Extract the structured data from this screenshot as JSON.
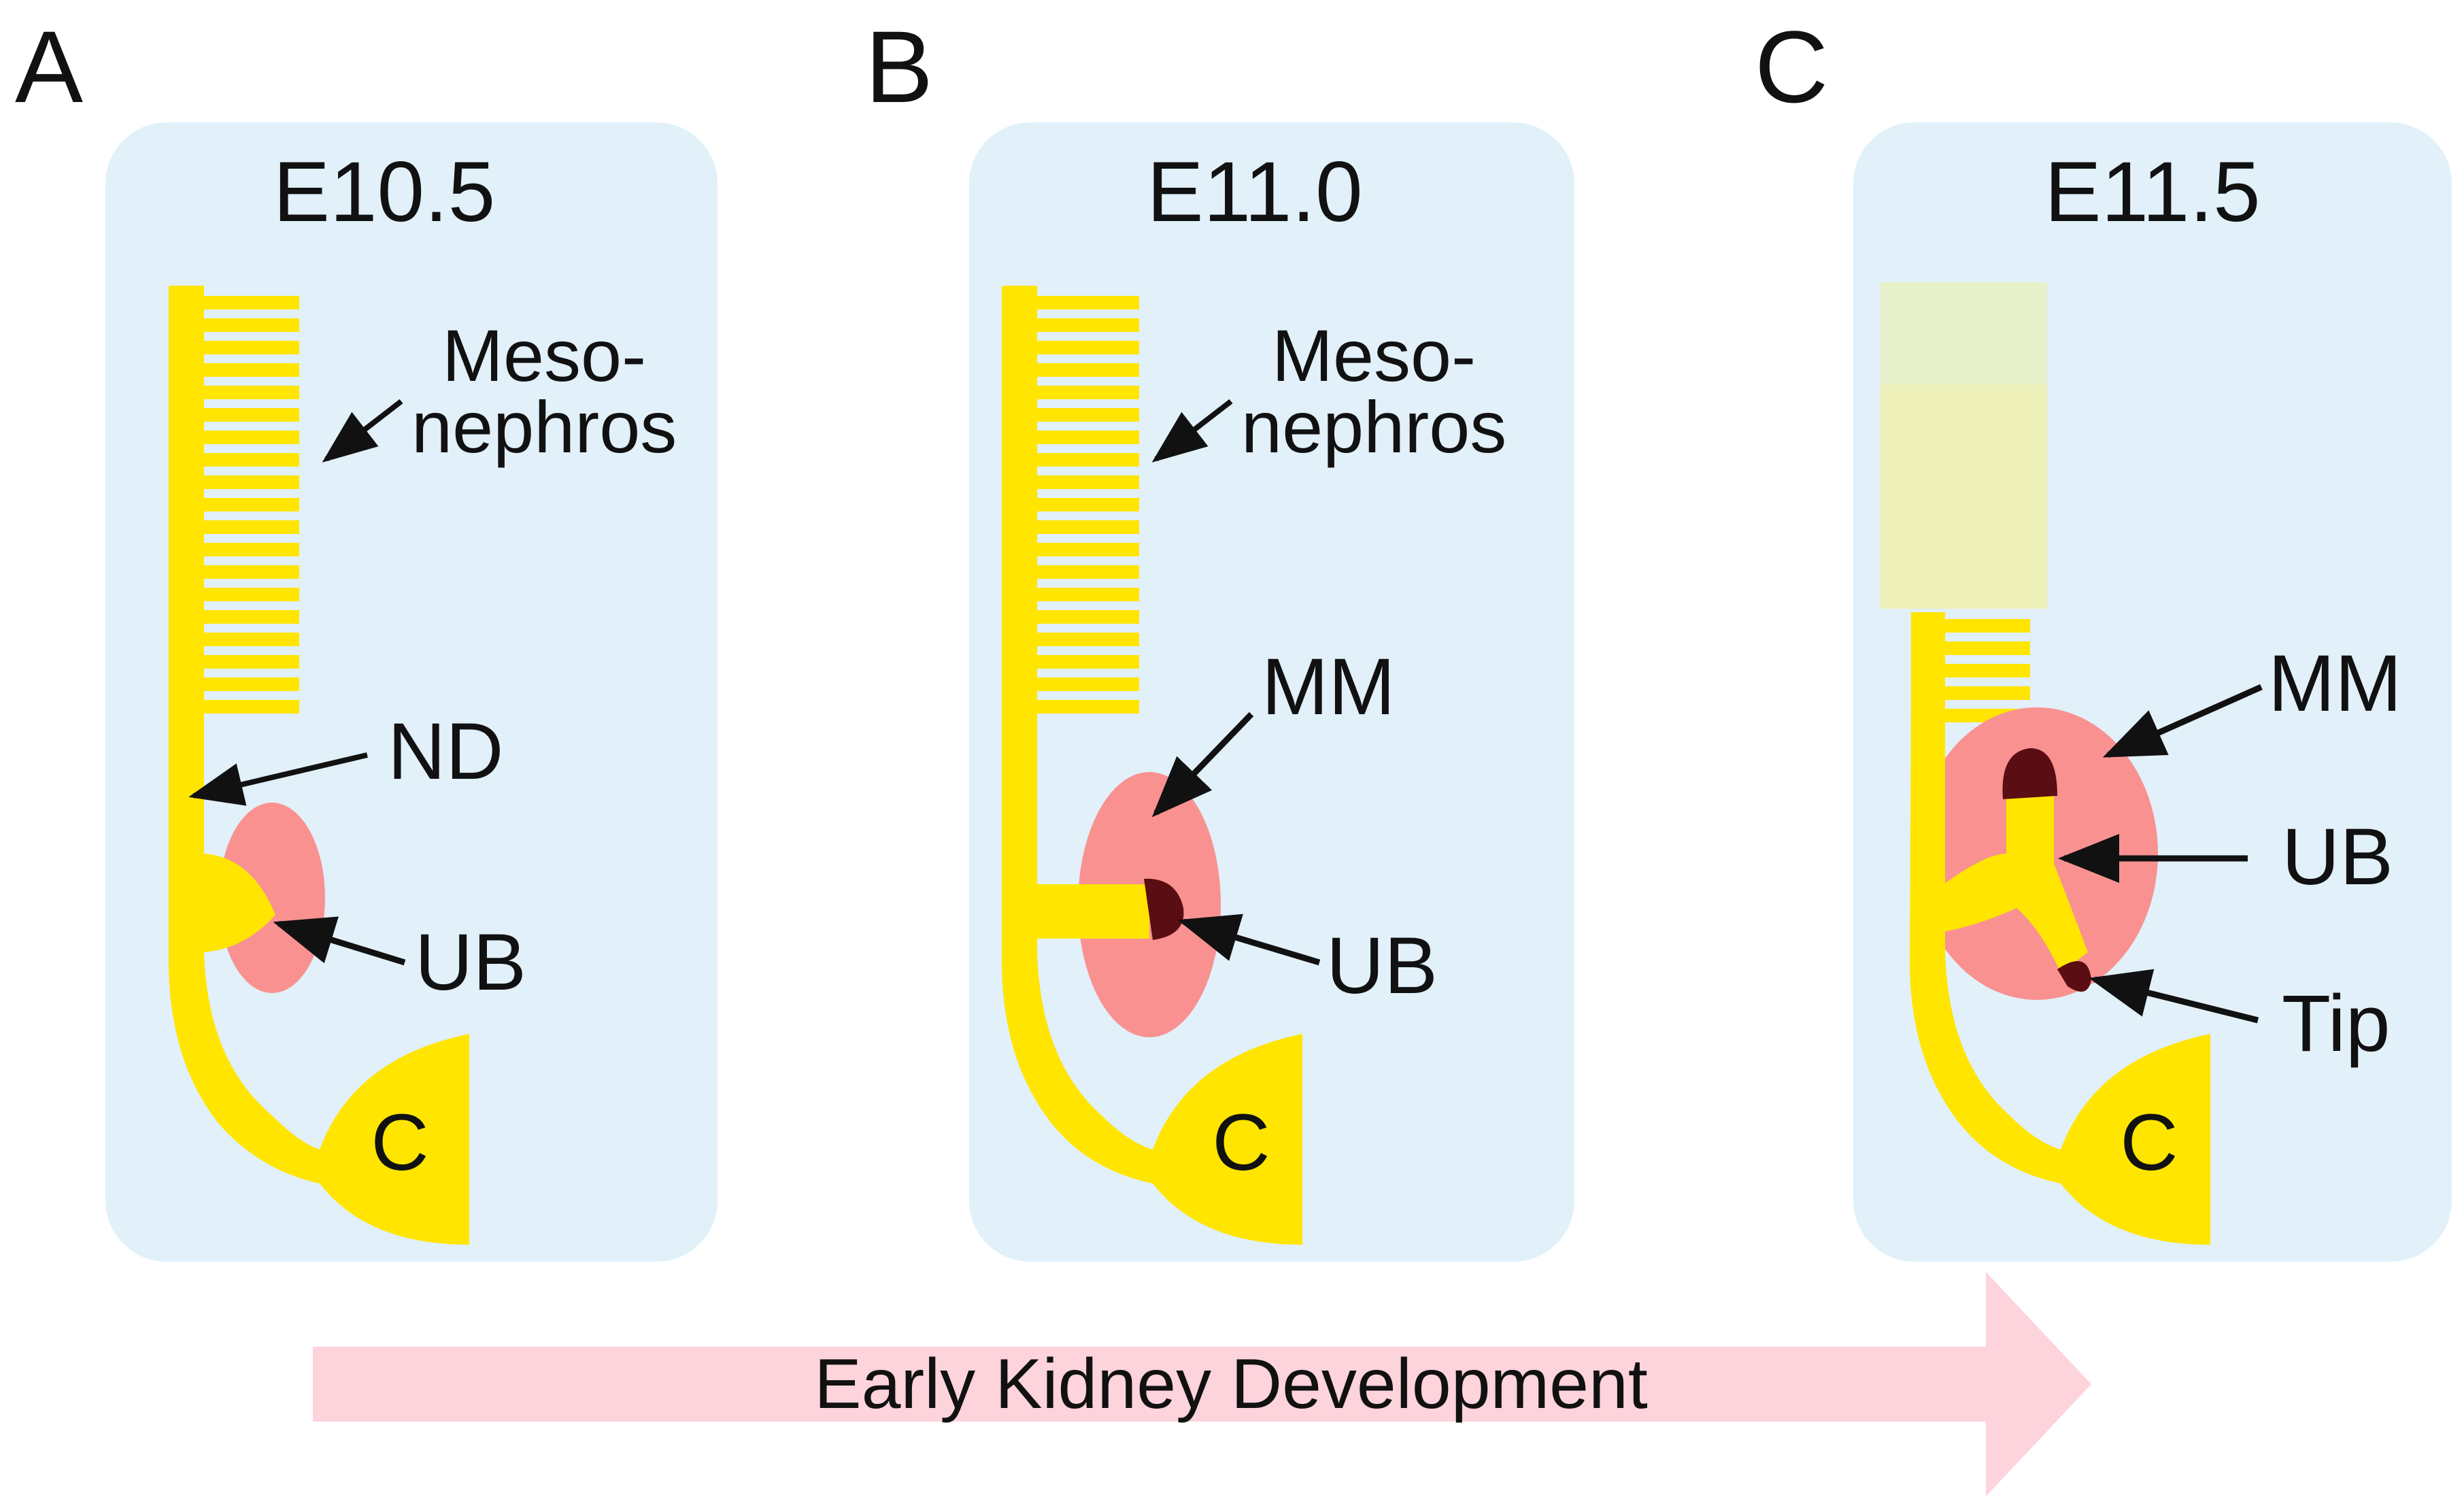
{
  "panels": [
    {
      "letter": "A",
      "stage": "E10.5",
      "labels": {
        "meso_line1": "Meso-",
        "meso_line2": "nephros",
        "nd": "ND",
        "ub": "UB",
        "c": "C"
      }
    },
    {
      "letter": "B",
      "stage": "E11.0",
      "labels": {
        "meso_line1": "Meso-",
        "meso_line2": "nephros",
        "mm": "MM",
        "ub": "UB",
        "c": "C"
      }
    },
    {
      "letter": "C",
      "stage": "E11.5",
      "labels": {
        "mm": "MM",
        "ub": "UB",
        "tip": "Tip",
        "c": "C"
      }
    }
  ],
  "timeline": {
    "label": "Early Kidney Development"
  },
  "colors": {
    "panel_bg": "#e1f0f9",
    "duct_yellow": "#ffe500",
    "mesenchyme_pink": "#f99191",
    "tip_dark": "#5a0d12",
    "arrow_pink": "#fdd3dc"
  }
}
